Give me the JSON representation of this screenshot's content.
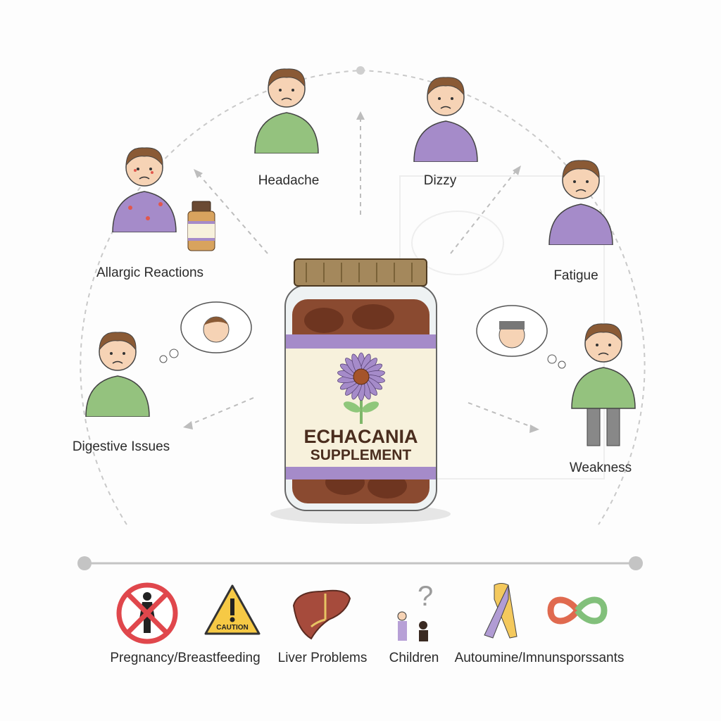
{
  "center": {
    "product_line1": "ECHACANIA",
    "product_line2": "SUPPLEMENT"
  },
  "side_effects": [
    {
      "label": "Headache"
    },
    {
      "label": "Dizzy"
    },
    {
      "label": "Allargic Reactions"
    },
    {
      "label": "Fatigue"
    },
    {
      "label": "Digestive Issues"
    },
    {
      "label": "Weakness"
    }
  ],
  "contraindications": [
    {
      "label": "Pregnancy/Breastfeeding",
      "icon": "no-pregnancy-icon"
    },
    {
      "label": "Liver Problems",
      "icon": "liver-icon"
    },
    {
      "label": "Children",
      "icon": "children-question-icon"
    },
    {
      "label": "Autoumine/Imnunsporssants",
      "icon": "ribbon-and-infinity-icon"
    }
  ],
  "caution_sign_text": "CAUTION",
  "colors": {
    "purple": "#a58bc9",
    "green": "#8fbf78",
    "label_bg": "#f7f1dc",
    "capsule": "#8a4a30",
    "lid": "#a4885c"
  }
}
